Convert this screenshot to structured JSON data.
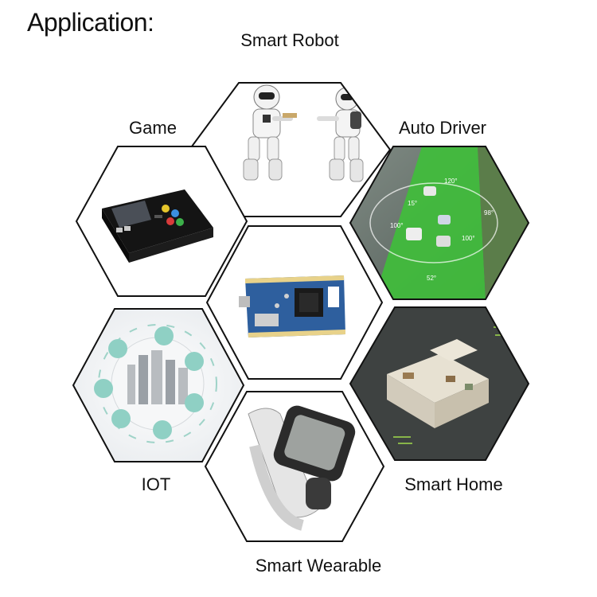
{
  "page": {
    "title": "Application:"
  },
  "applications": [
    {
      "id": "smart-robot",
      "label": "Smart Robot",
      "icon": "robot-figures-image"
    },
    {
      "id": "game",
      "label": "Game",
      "icon": "handheld-game-console-image"
    },
    {
      "id": "auto-driver",
      "label": "Auto Driver",
      "icon": "autonomous-road-scan-image",
      "annotations": [
        "120°",
        "98°",
        "100°",
        "100°",
        "52°",
        "15°"
      ]
    },
    {
      "id": "center-board",
      "label": "",
      "icon": "dev-board-image"
    },
    {
      "id": "iot",
      "label": "IOT",
      "icon": "iot-network-image"
    },
    {
      "id": "smart-home",
      "label": "Smart Home",
      "icon": "house-floorplan-3d-image"
    },
    {
      "id": "smart-wearable",
      "label": "Smart Wearable",
      "icon": "smartwatch-image"
    }
  ],
  "colors": {
    "hex_stroke": "#111111",
    "auto_green": "#3fbf3a",
    "iot_teal": "#8fd0c4",
    "board_blue": "#2e5f9e"
  }
}
